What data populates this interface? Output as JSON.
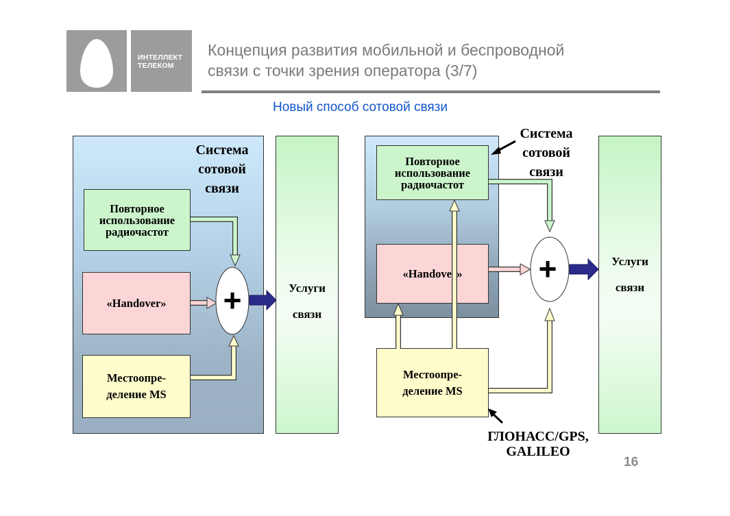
{
  "logo": {
    "icon": "egg-icon",
    "text_line1": "ИНТЕЛЛЕКТ",
    "text_line2": "ТЕЛЕКОМ"
  },
  "header": {
    "title_line1": "Концепция развития мобильной и беспроводной",
    "title_line2": "связи с точки зрения оператора (3/7)",
    "subtitle": "Новый способ сотовой связи"
  },
  "colors": {
    "title_gray": "#7a7a7a",
    "subtitle_blue": "#1155cc",
    "green_block": "#ccf5cc",
    "pink_block": "#fcd6d6",
    "yellow_block": "#fffccc",
    "output_arrow": "#2b2b8c"
  },
  "left_diagram": {
    "system_label_line1": "Система",
    "system_label_line2": "сотовой",
    "system_label_line3": "связи",
    "reuse_line1": "Повторное",
    "reuse_line2": "использование",
    "reuse_line3": "радиочастот",
    "handover": "«Handover»",
    "location_line1": "Местоопре-",
    "location_line2": "деление MS",
    "sum_symbol": "+",
    "services_line1": "Услуги",
    "services_line2": "связи"
  },
  "right_diagram": {
    "system_label_line1": "Система",
    "system_label_line2": "сотовой",
    "system_label_line3": "связи",
    "reuse_line1": "Повторное",
    "reuse_line2": "использование",
    "reuse_line3": "радиочастот",
    "handover": "«Handover»",
    "location_line1": "Местоопре-",
    "location_line2": "деление MS",
    "sum_symbol": "+",
    "services_line1": "Услуги",
    "services_line2": "связи",
    "gnss_line1": "ГЛОНАСС/GPS,",
    "gnss_line2": "GALILEO"
  },
  "footer": {
    "page_number": "16"
  }
}
